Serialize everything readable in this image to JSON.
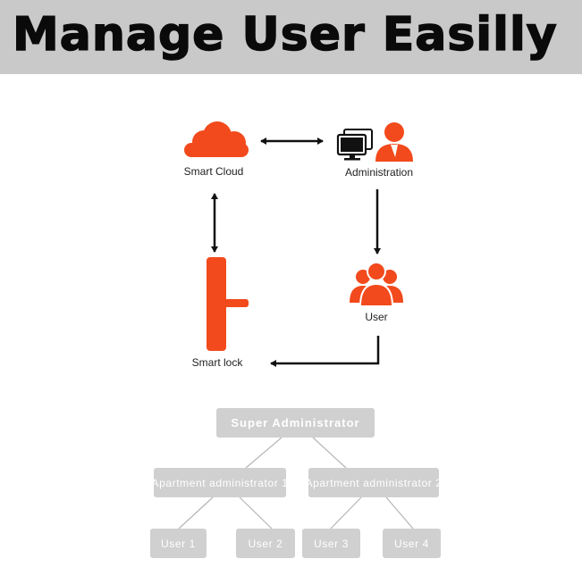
{
  "banner": {
    "title": "Manage User Easilly"
  },
  "flow": {
    "smart_cloud": "Smart Cloud",
    "administration": "Administration",
    "user": "User",
    "smart_lock": "Smart lock"
  },
  "hierarchy": {
    "super_admin": "Super Administrator",
    "apartment_admins": [
      "Apartment administrator 1",
      "Apartment administrator 2"
    ],
    "users": [
      "User 1",
      "User 2",
      "User 3",
      "User 4"
    ]
  },
  "colors": {
    "accent": "#f24a1c",
    "banner_bg": "#c9c9c9",
    "box_bg": "#d0d0d0",
    "connector": "#b5b5b5",
    "arrow": "#111111"
  }
}
